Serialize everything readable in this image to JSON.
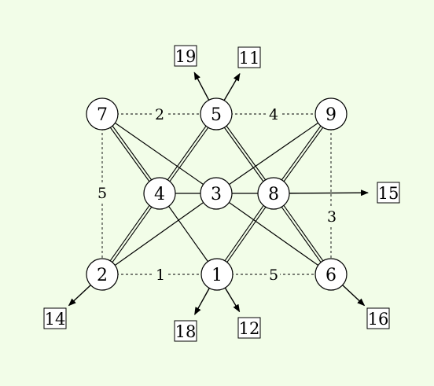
{
  "background": "#f2fde8",
  "stroke_color": "#000000",
  "nodes": [
    {
      "id": "7",
      "label": "7"
    },
    {
      "id": "5",
      "label": "5"
    },
    {
      "id": "9",
      "label": "9"
    },
    {
      "id": "4",
      "label": "4"
    },
    {
      "id": "3",
      "label": "3"
    },
    {
      "id": "8",
      "label": "8"
    },
    {
      "id": "2",
      "label": "2"
    },
    {
      "id": "1",
      "label": "1"
    },
    {
      "id": "6",
      "label": "6"
    }
  ],
  "boxes": [
    {
      "id": "19",
      "label": "19"
    },
    {
      "id": "11",
      "label": "11"
    },
    {
      "id": "15",
      "label": "15"
    },
    {
      "id": "14",
      "label": "14"
    },
    {
      "id": "18",
      "label": "18"
    },
    {
      "id": "12",
      "label": "12"
    },
    {
      "id": "16",
      "label": "16"
    }
  ],
  "double_edges": [
    [
      "5",
      "4"
    ],
    [
      "5",
      "8"
    ],
    [
      "7",
      "4"
    ],
    [
      "9",
      "8"
    ],
    [
      "2",
      "4"
    ],
    [
      "1",
      "8"
    ],
    [
      "6",
      "8"
    ]
  ],
  "single_edges": [
    [
      "7",
      "3"
    ],
    [
      "3",
      "6"
    ],
    [
      "4",
      "1"
    ],
    [
      "2",
      "3"
    ],
    [
      "3",
      "9"
    ],
    [
      "4",
      "3"
    ],
    [
      "3",
      "8"
    ]
  ],
  "dashed_edges": [
    {
      "from": "7",
      "to": "5",
      "label": "2"
    },
    {
      "from": "5",
      "to": "9",
      "label": "4"
    },
    {
      "from": "2",
      "to": "1",
      "label": "1"
    },
    {
      "from": "1",
      "to": "6",
      "label": "5"
    },
    {
      "from": "7",
      "to": "2",
      "label": "5"
    },
    {
      "from": "9",
      "to": "6",
      "label": "3"
    }
  ],
  "arrows": [
    {
      "from": "5",
      "to": "19"
    },
    {
      "from": "5",
      "to": "11"
    },
    {
      "from": "8",
      "to": "15"
    },
    {
      "from": "2",
      "to": "14"
    },
    {
      "from": "1",
      "to": "18"
    },
    {
      "from": "1",
      "to": "12"
    },
    {
      "from": "6",
      "to": "16"
    }
  ]
}
